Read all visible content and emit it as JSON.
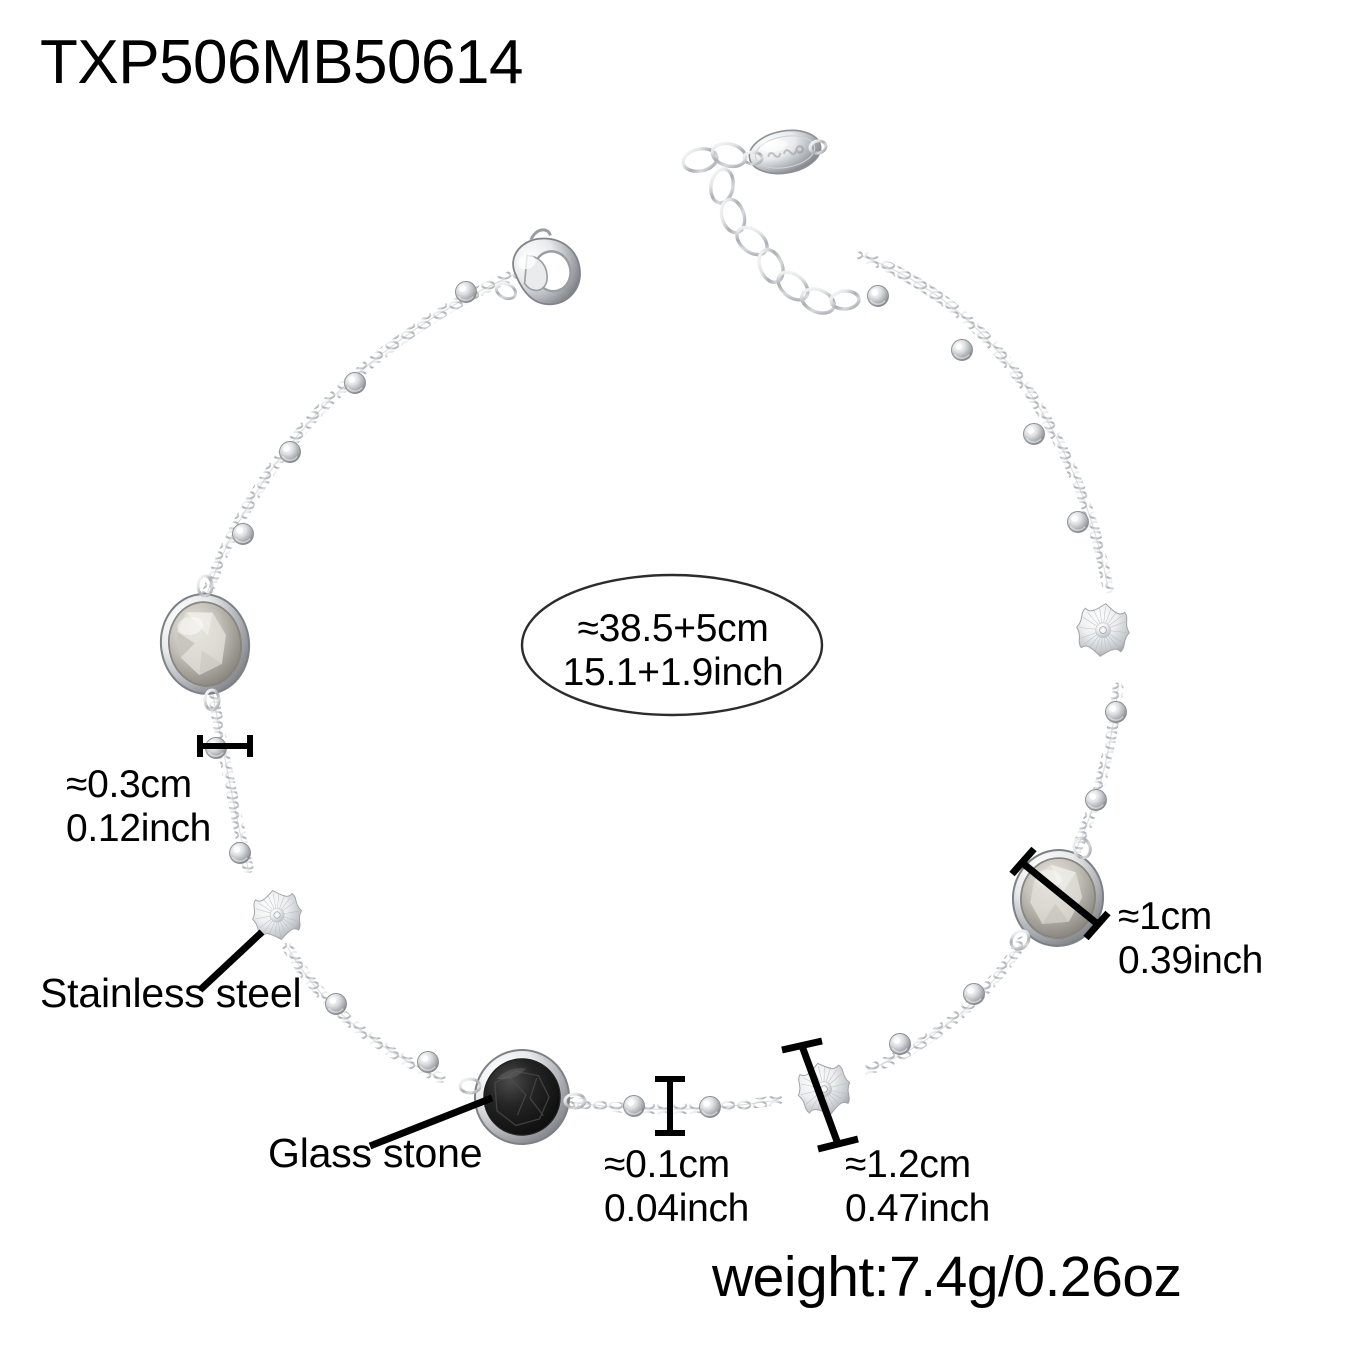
{
  "product": {
    "sku": "TXP506MB50614",
    "weight": "weight:7.4g/0.26oz"
  },
  "length_callout": {
    "cm": "≈38.5+5cm",
    "inch": "15.1+1.9inch"
  },
  "measurements": [
    {
      "name": "chain-bead-width",
      "cm": "≈0.3cm",
      "inch": "0.12inch"
    },
    {
      "name": "chain-thickness",
      "cm": "≈0.1cm",
      "inch": "0.04inch"
    },
    {
      "name": "flower-charm-size",
      "cm": "≈1.2cm",
      "inch": "0.47inch"
    },
    {
      "name": "glass-stone-size",
      "cm": "≈1cm",
      "inch": "0.39inch"
    }
  ],
  "material_labels": {
    "metal": "Stainless steel",
    "stone": "Glass stone"
  },
  "colors": {
    "background": "#ffffff",
    "text": "#000000",
    "metal_light": "#f2f3f4",
    "metal_mid": "#b9bcc0",
    "metal_dark": "#7c8085",
    "metal_shadow": "#5a5e63",
    "stone_gray": "#8e8b84",
    "stone_gray_light": "#d8d6d0",
    "stone_black": "#141414",
    "stone_black_light": "#3a3a3a",
    "outline": "#6e7276"
  },
  "icons": {
    "clasp": "lobster-clasp-icon",
    "tag": "oval-tag-icon",
    "flower": "four-petal-flower-icon",
    "bead": "round-bead-icon",
    "stone": "faceted-stone-icon"
  }
}
